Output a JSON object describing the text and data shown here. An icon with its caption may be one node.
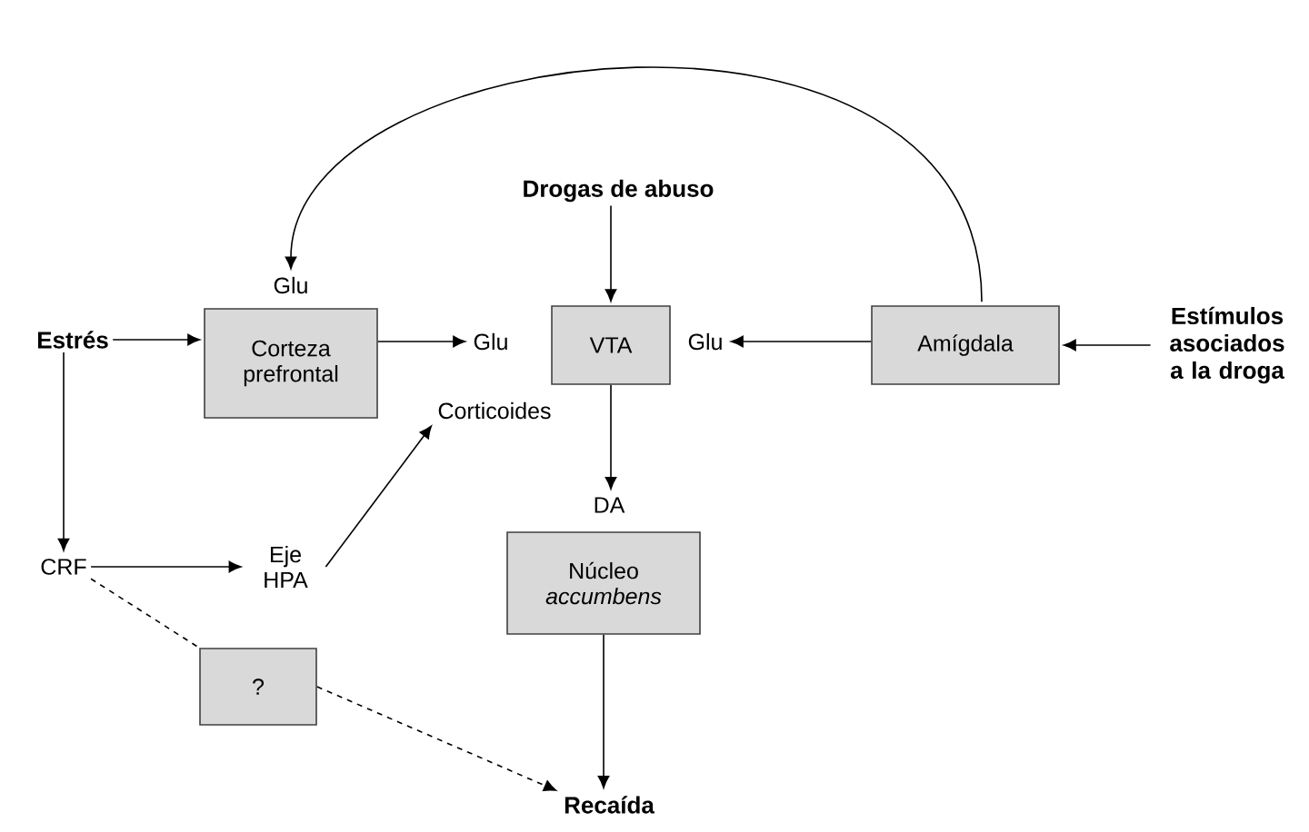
{
  "diagram": {
    "nodes": [
      {
        "text": [
          "Glu"
        ]
      },
      {
        "text": [
          "Drogas de abuso"
        ]
      },
      {
        "text": [
          "Estrés"
        ]
      },
      {
        "text": [
          "Corteza prefrontal"
        ]
      },
      {
        "text": [
          "Glu"
        ]
      },
      {
        "text": [
          "VTA"
        ]
      },
      {
        "text": [
          "Glu"
        ]
      },
      {
        "text": [
          "Amígdala"
        ]
      },
      {
        "text": [
          "Estímulos asociados a la droga"
        ]
      },
      {
        "text": [
          "Corticoides"
        ]
      },
      {
        "text": [
          "CRF"
        ]
      },
      {
        "text": [
          "Eje HPA"
        ]
      },
      {
        "text": [
          "DA"
        ]
      },
      {
        "text": [
          "Núcleo *accumbens*"
        ]
      },
      {
        "text": [
          "?"
        ]
      },
      {
        "text": [
          "Recaída"
        ]
      }
    ],
    "edges": [
      {
        "from": 7,
        "to": 0,
        "arrow": "to"
      },
      {
        "from": 1,
        "to": 5,
        "arrow": "to"
      },
      {
        "from": 2,
        "to": 3,
        "arrow": "to"
      },
      {
        "from": 3,
        "to": 4,
        "arrow": "to"
      },
      {
        "from": 7,
        "to": 6,
        "arrow": "to"
      },
      {
        "from": 8,
        "to": 7,
        "arrow": "to"
      },
      {
        "from": 5,
        "to": 12,
        "arrow": "to"
      },
      {
        "from": 2,
        "to": 10,
        "arrow": "to"
      },
      {
        "from": 10,
        "to": 11,
        "arrow": "to"
      },
      {
        "from": 11,
        "to": 9,
        "arrow": "to"
      },
      {
        "from": 10,
        "to": 14,
        "arrow": "none",
        "style": "dashed"
      },
      {
        "from": 14,
        "to": 15,
        "arrow": "to",
        "style": "dashed"
      },
      {
        "from": 13,
        "to": 15,
        "arrow": "to"
      }
    ]
  }
}
